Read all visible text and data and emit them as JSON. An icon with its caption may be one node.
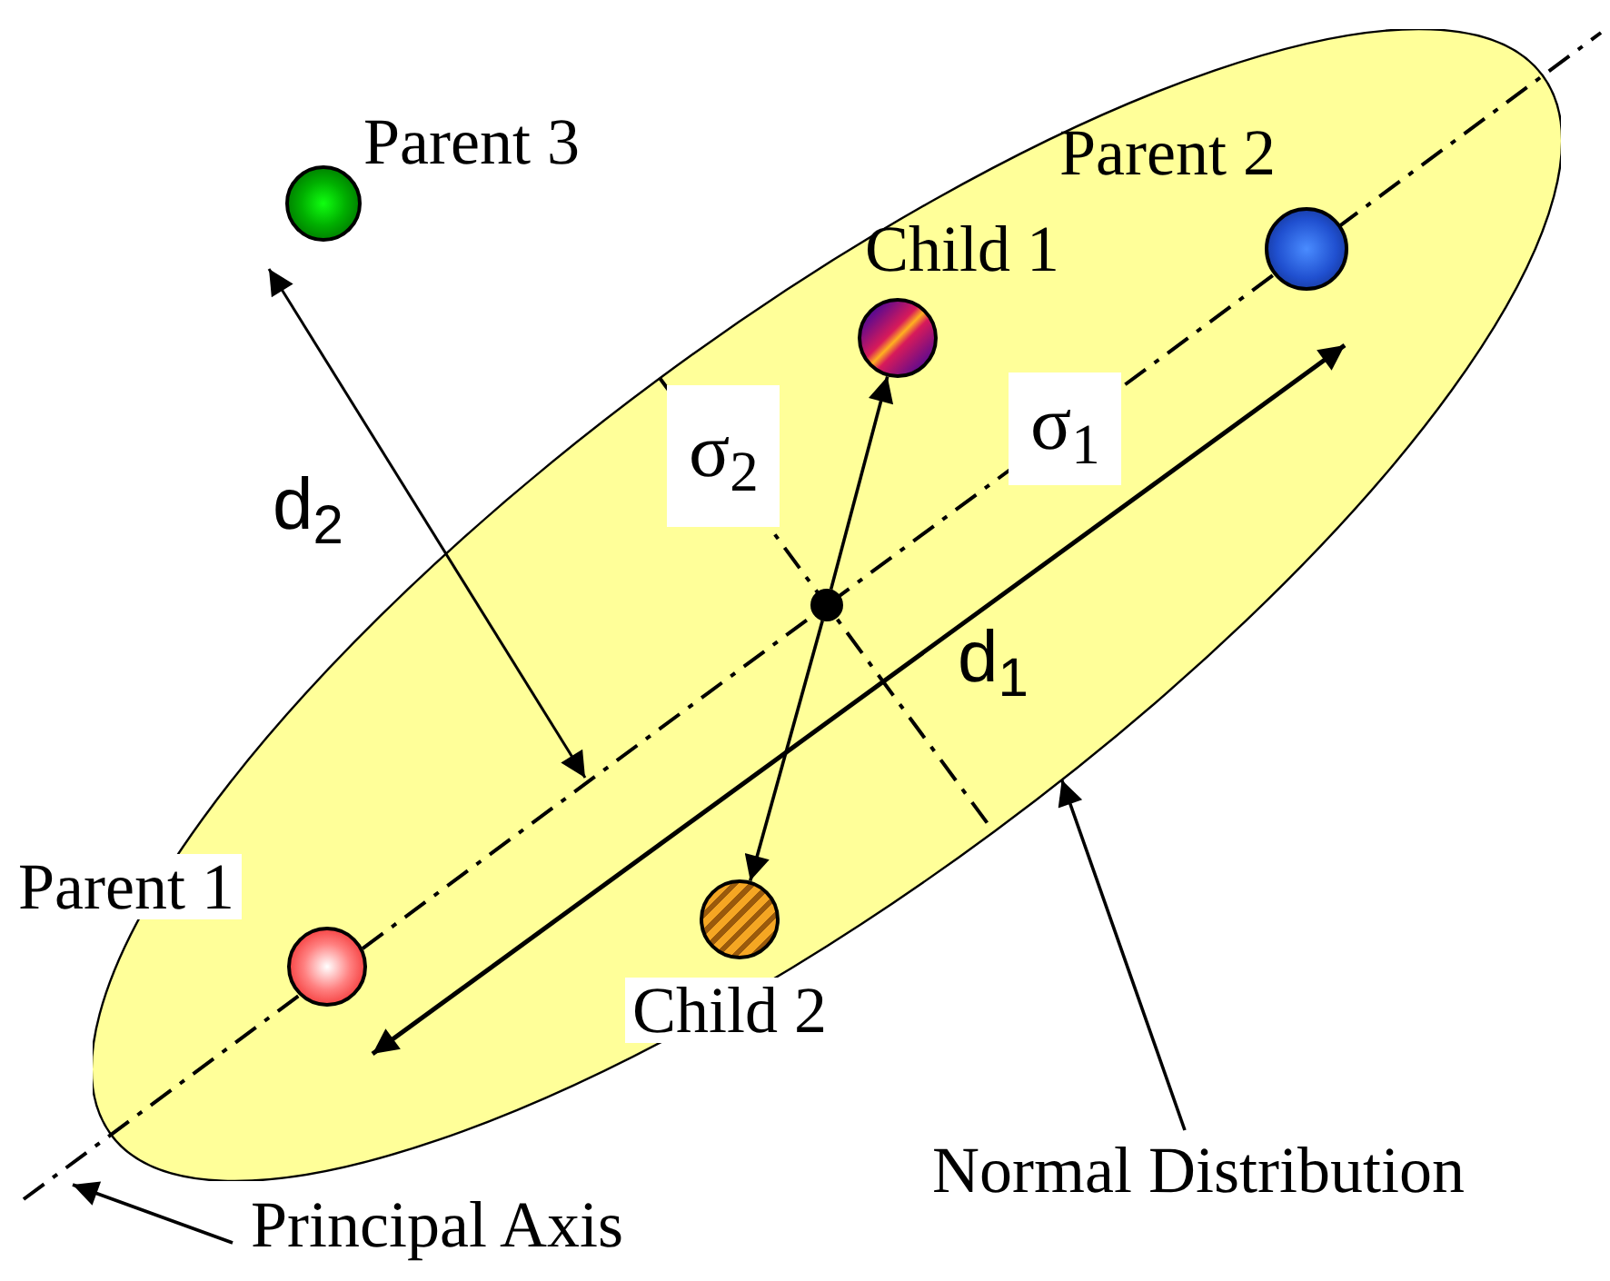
{
  "diagram": {
    "nodes": [
      {
        "text": [],
        "shape": "ellipse"
      },
      {
        "text": [],
        "shape": "circle",
        "beside": [
          "Parent 3"
        ]
      },
      {
        "text": [],
        "shape": "circle",
        "beside": [
          "Parent 2"
        ],
        "in": 0
      },
      {
        "text": [],
        "shape": "circle",
        "beside": [
          "Child 1"
        ],
        "in": 0
      },
      {
        "text": [],
        "shape": "circle",
        "in": 0
      },
      {
        "text": [],
        "shape": "circle",
        "beside": [
          "Parent 1"
        ],
        "in": 0
      },
      {
        "text": [],
        "shape": "circle",
        "beside": [
          "Child 2"
        ],
        "in": 0
      },
      {
        "text": [
          "Normal Distribution"
        ]
      },
      {
        "text": [
          "Principal Axis"
        ]
      }
    ],
    "edges": [
      {
        "from": 4,
        "to": 3,
        "arrow": "to"
      },
      {
        "from": 4,
        "to": 6,
        "arrow": "to"
      },
      {
        "from": 7,
        "to": 0,
        "arrow": "to"
      },
      {
        "from": 8,
        "to": null,
        "arrow": "to"
      }
    ],
    "labels": [
      "σ$_{1}$",
      "σ$_{2}$",
      "d$_{2}$",
      "d$_{1}$"
    ]
  }
}
